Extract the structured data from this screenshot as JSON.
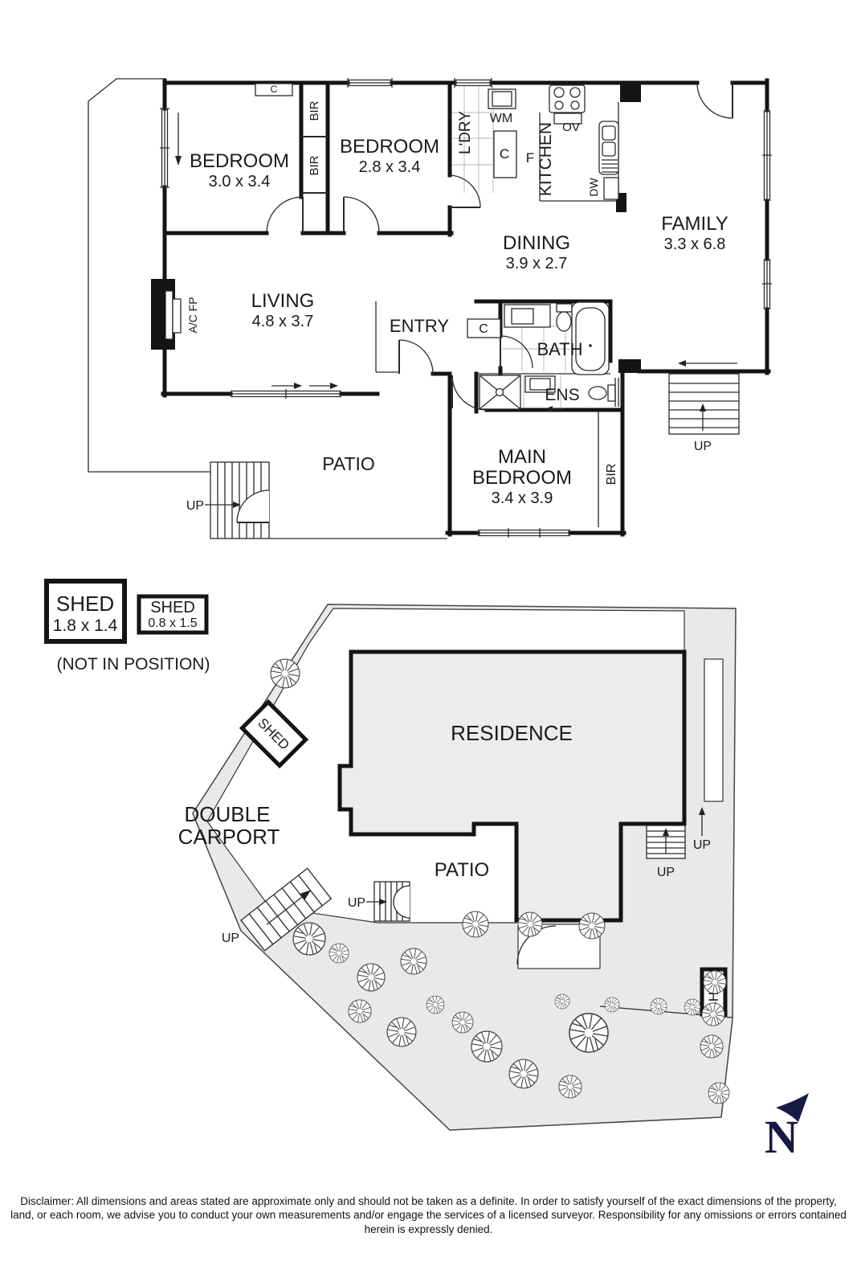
{
  "floor_plan": {
    "bedroom1": {
      "name": "BEDROOM",
      "dims": "3.0 x 3.4"
    },
    "bedroom2": {
      "name": "BEDROOM",
      "dims": "2.8 x 3.4"
    },
    "living": {
      "name": "LIVING",
      "dims": "4.8 x 3.7"
    },
    "dining": {
      "name": "DINING",
      "dims": "3.9 x 2.7"
    },
    "family": {
      "name": "FAMILY",
      "dims": "3.3 x 6.8"
    },
    "main_bedroom": {
      "line1": "MAIN",
      "line2": "BEDROOM",
      "dims": "3.4 x 3.9"
    },
    "kitchen": "KITCHEN",
    "laundry": "L'DRY",
    "entry": "ENTRY",
    "bath": "BATH",
    "ens": "ENS",
    "patio": "PATIO",
    "labels": {
      "bir": "BIR",
      "closet": "C",
      "fridge": "F",
      "washing_machine": "WM",
      "oven": "OV",
      "dishwasher": "DW",
      "ac_fireplace": "A/C FP",
      "up": "UP"
    }
  },
  "site_plan": {
    "legend": {
      "shed_large": {
        "name": "SHED",
        "dims": "1.8 x 1.4"
      },
      "shed_small": {
        "name": "SHED",
        "dims": "0.8 x 1.5"
      },
      "note": "(NOT IN POSITION)"
    },
    "residence": "RESIDENCE",
    "carport": {
      "line1": "DOUBLE",
      "line2": "CARPORT"
    },
    "patio": "PATIO",
    "shed": "SHED",
    "up": "UP",
    "north": "N"
  },
  "icons": {
    "tree": "tree-icon",
    "north_arrow": "north-arrow-icon"
  },
  "colors": {
    "wall": "#141414",
    "land_gray": "#e9e9e9",
    "residence_gray": "#ececec",
    "north_navy": "#191945"
  },
  "disclaimer": "Disclaimer: All dimensions and areas stated are approximate only and should not be taken as a definite. In order to satisfy yourself of the exact dimensions of the property, land, or each room, we advise you to conduct your own measurements and/or engage the services of a licensed surveyor. Responsibility for any omissions or errors contained herein is expressly denied."
}
